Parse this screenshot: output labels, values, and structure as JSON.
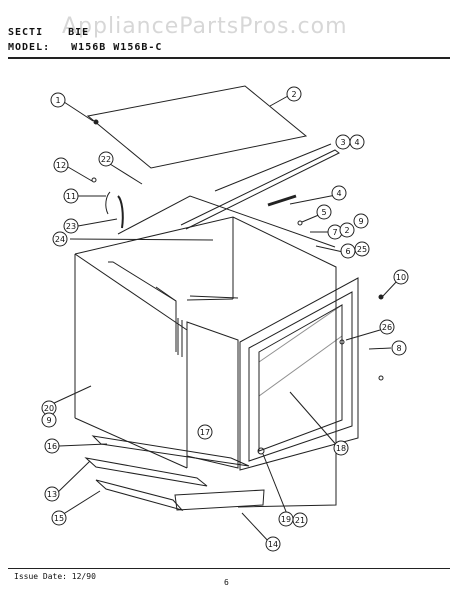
{
  "header": {
    "section_label": "SECTI",
    "section_value": "BIE",
    "model_label": "MODEL:",
    "model_value": "W156B   W156B-C"
  },
  "watermark": "AppliancePartsPros.com",
  "footer": {
    "issue_date": "Issue Date: 12/90",
    "page": "6"
  },
  "callouts": [
    "1",
    "2",
    "3",
    "4",
    "4",
    "5",
    "7",
    "2",
    "9",
    "6",
    "25",
    "12",
    "22",
    "11",
    "23",
    "24",
    "10",
    "26",
    "8",
    "20",
    "9",
    "16",
    "17",
    "18",
    "13",
    "15",
    "19",
    "21",
    "14"
  ]
}
